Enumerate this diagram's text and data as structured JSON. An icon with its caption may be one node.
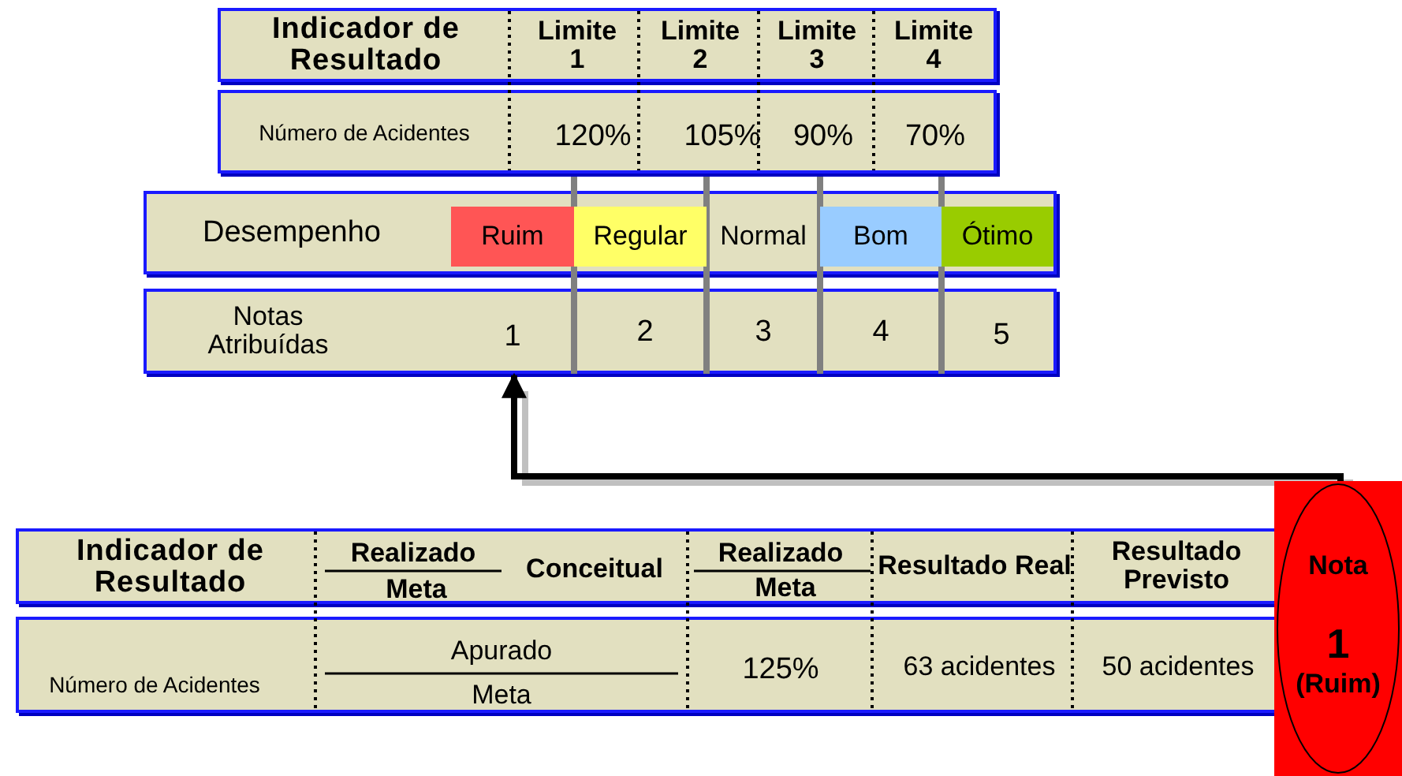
{
  "diagram": {
    "nodes": [
      {
        "text": [
          "1"
        ]
      },
      {
        "text": [
          "Nota",
          "1",
          "(Ruim)"
        ]
      }
    ],
    "edges": [
      {
        "from": 1,
        "to": 0,
        "arrow": "to"
      }
    ],
    "labels": [
      "Indicador de Resultado",
      "Limite 1",
      "Limite 2",
      "Limite 3",
      "Limite 4",
      "Número de Acidentes",
      "120%",
      "105%",
      "90%",
      "70%",
      "Desempenho",
      "Ruim",
      "Regular",
      "Normal",
      "Bom",
      "Ótimo",
      "Notas Atribuídas",
      "2",
      "3",
      "4",
      "5",
      "Indicador de Resultado",
      "Realizado",
      "Meta",
      "Conceitual",
      "Realizado",
      "Meta",
      "Resultado Real",
      "Resultado Previsto",
      "Número de Acidentes",
      "Apurado",
      "Meta",
      "125%",
      "63 acidentes",
      "50 acidentes"
    ]
  }
}
